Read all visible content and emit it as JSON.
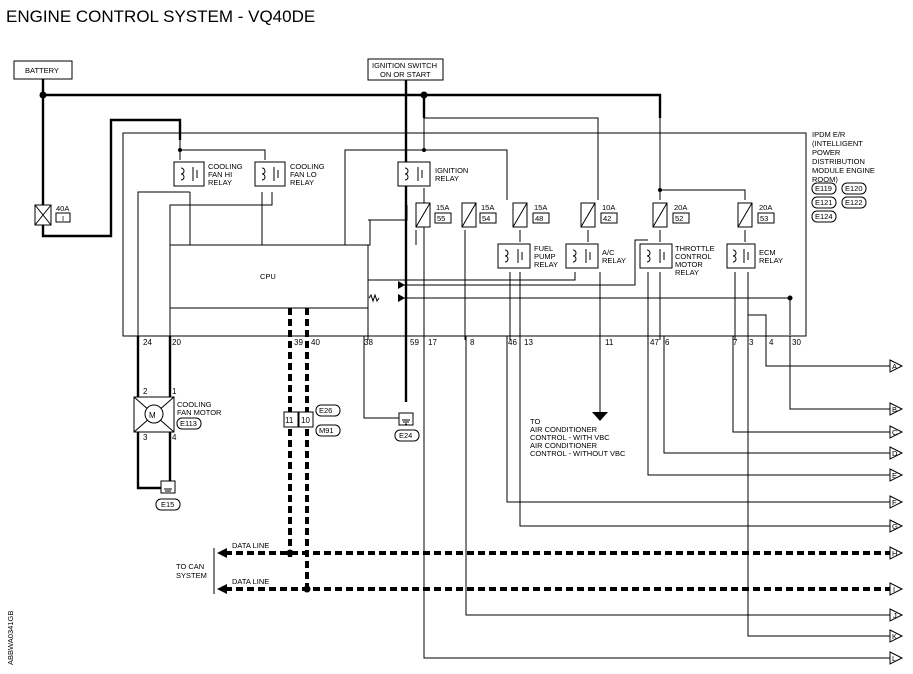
{
  "title": "ENGINE CONTROL SYSTEM - VQ40DE",
  "figure_id": "ABBWA0341GB",
  "battery_label": "BATTERY",
  "ignition_switch_label": [
    "IGNITION SWITCH",
    "ON OR START"
  ],
  "main_fuse": {
    "amp": "40A",
    "number": "I"
  },
  "ipdm_label": [
    "IPDM E/R",
    "(INTELLIGENT",
    "POWER",
    "DISTRIBUTION",
    "MODULE ENGINE",
    "ROOM)"
  ],
  "ipdm_connectors": [
    "E119",
    "E120",
    "E121",
    "E122",
    "E124"
  ],
  "cpu_label": "CPU",
  "relays": [
    {
      "name": "cooling-fan-hi",
      "lines": [
        "COOLING",
        "FAN HI",
        "RELAY"
      ]
    },
    {
      "name": "cooling-fan-lo",
      "lines": [
        "COOLING",
        "FAN LO",
        "RELAY"
      ]
    },
    {
      "name": "ignition",
      "lines": [
        "IGNITION",
        "RELAY"
      ]
    },
    {
      "name": "fuel-pump",
      "lines": [
        "FUEL",
        "PUMP",
        "RELAY"
      ]
    },
    {
      "name": "ac",
      "lines": [
        "A/C",
        "RELAY"
      ]
    },
    {
      "name": "throttle-control-motor",
      "lines": [
        "THROTTLE",
        "CONTROL",
        "MOTOR",
        "RELAY"
      ]
    },
    {
      "name": "ecm",
      "lines": [
        "ECM",
        "RELAY"
      ]
    }
  ],
  "fuses": [
    {
      "amp": "15A",
      "number": "55"
    },
    {
      "amp": "15A",
      "number": "54"
    },
    {
      "amp": "15A",
      "number": "48"
    },
    {
      "amp": "10A",
      "number": "42"
    },
    {
      "amp": "20A",
      "number": "52"
    },
    {
      "amp": "20A",
      "number": "53"
    }
  ],
  "ipdm_pins": [
    "24",
    "20",
    "39",
    "40",
    "38",
    "59",
    "17",
    "8",
    "46",
    "13",
    "11",
    "47",
    "6",
    "7",
    "3",
    "4",
    "30"
  ],
  "cooling_fan_motor": {
    "lines": [
      "COOLING",
      "FAN MOTOR"
    ],
    "connector": "E113",
    "pins": [
      "2",
      "1",
      "3",
      "4"
    ],
    "symbol": "M"
  },
  "joint_connector": {
    "pins": [
      "11",
      "10"
    ],
    "connectors": [
      "E26",
      "M91"
    ]
  },
  "grounds": [
    "E15",
    "E24"
  ],
  "ac_note": [
    "TO",
    "AIR CONDITIONER",
    "CONTROL - WITH VBC",
    "AIR CONDITIONER",
    "CONTROL - WITHOUT VBC"
  ],
  "can_system_label": [
    "TO CAN",
    "SYSTEM"
  ],
  "data_line_label": "DATA LINE",
  "outputs": [
    "A",
    "B",
    "C",
    "D",
    "E",
    "F",
    "G",
    "H",
    "I",
    "J",
    "K",
    "L"
  ],
  "colors": {
    "line": "#000000",
    "background": "#ffffff"
  }
}
